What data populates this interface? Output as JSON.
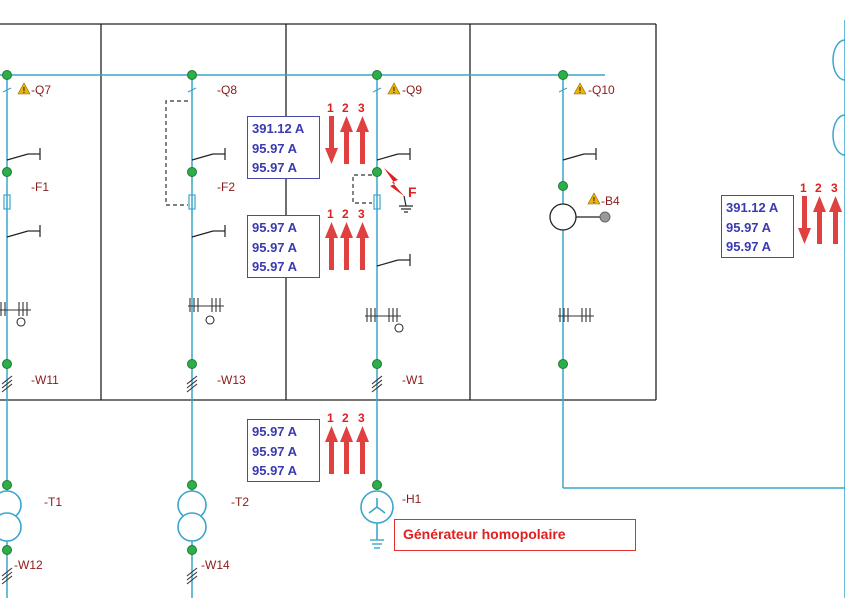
{
  "colors": {
    "line": "#3aa6cc",
    "node": "#2eae4a",
    "frame": "#222222",
    "label": "#8B1A1A",
    "current_text": "#3a3ab0",
    "arrow": "#e04040",
    "warning": "#f0b400"
  },
  "icons": [
    "warning-icon",
    "fault-lightning-icon",
    "ground-icon",
    "switch-icon",
    "fuse-icon",
    "transformer-icon",
    "generator-icon",
    "current-transformer-icon"
  ],
  "labels": {
    "q7": "-Q7",
    "q8": "-Q8",
    "q9": "-Q9",
    "q10": "-Q10",
    "f1": "-F1",
    "f2": "-F2",
    "b4": "-B4",
    "w11": "-W11",
    "w13": "-W13",
    "w1": "-W1",
    "t1": "-T1",
    "t2": "-T2",
    "h1": "-H1",
    "w12": "-W12",
    "w14": "-W14",
    "fault": "F"
  },
  "phases": [
    "1",
    "2",
    "3"
  ],
  "current_boxes": {
    "q9_box": [
      "391.12 A",
      "95.97 A",
      "95.97 A"
    ],
    "mid_box": [
      "95.97 A",
      "95.97 A",
      "95.97 A"
    ],
    "gen_box": [
      "95.97 A",
      "95.97 A",
      "95.97 A"
    ],
    "right_box": [
      "391.12 A",
      "95.97 A",
      "95.97 A"
    ]
  },
  "generator_label": "Générateur homopolaire"
}
